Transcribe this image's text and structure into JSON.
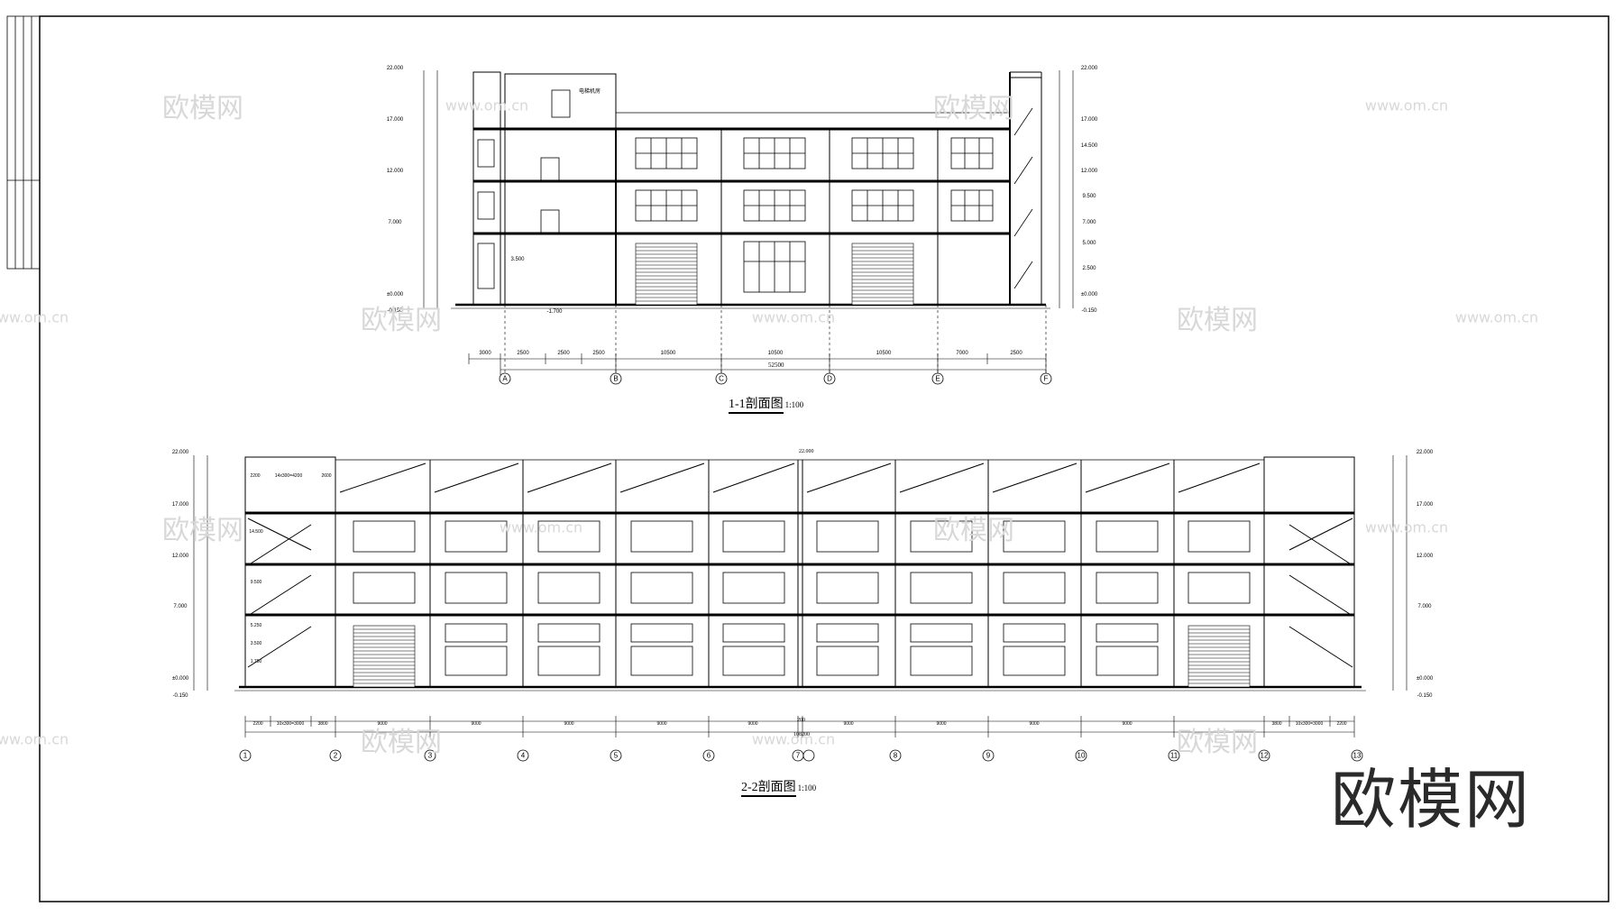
{
  "section_1": {
    "title": "1-1剖面图",
    "scale": "1:100",
    "grid_axes": [
      "A",
      "B",
      "C",
      "D",
      "E",
      "F"
    ],
    "span_dims": [
      "3000",
      "2500",
      "2500",
      "2500",
      "10500",
      "10500",
      "10500",
      "7000",
      "2500"
    ],
    "total_dim": "52500",
    "elev_left": [
      "22.000",
      "17.000",
      "12.000",
      "7.000",
      "±0.000",
      "-0.150"
    ],
    "elev_right": [
      "22.000",
      "17.000",
      "14.500",
      "12.000",
      "9.500",
      "7.000",
      "5.000",
      "2.500",
      "±0.000",
      "-0.150"
    ],
    "level_marks": [
      "3.500",
      "-1.700"
    ],
    "room_label": "电梯机房"
  },
  "section_2": {
    "title": "2-2剖面图",
    "scale": "1:100",
    "grid_axes": [
      "1",
      "2",
      "3",
      "4",
      "5",
      "6",
      "7",
      "8",
      "9",
      "10",
      "11",
      "12",
      "13"
    ],
    "span_dims": [
      "2200",
      "10x300=3000",
      "3800",
      "9000",
      "9000",
      "9000",
      "9000",
      "9000",
      "9000",
      "9000",
      "9000",
      "9000",
      "3800",
      "10x300=3000",
      "2200"
    ],
    "total_dim": "108200",
    "mid_gap": "200",
    "top_elev": "22.000",
    "stair_dims": [
      "14x300=4200",
      "2600",
      "2200"
    ],
    "elev_left": [
      "22.000",
      "17.000",
      "12.000",
      "7.000",
      "±0.000",
      "-0.150"
    ],
    "elev_right": [
      "22.000",
      "17.000",
      "12.000",
      "7.000",
      "±0.000",
      "-0.150"
    ],
    "stair_levels": [
      "14.500",
      "9.500",
      "5.250",
      "3.500",
      "1.750"
    ]
  },
  "watermarks": {
    "brand": "欧模网",
    "url": "www.om.cn"
  },
  "colors": {
    "line": "#000000",
    "watermark": "#d8d8d8"
  }
}
